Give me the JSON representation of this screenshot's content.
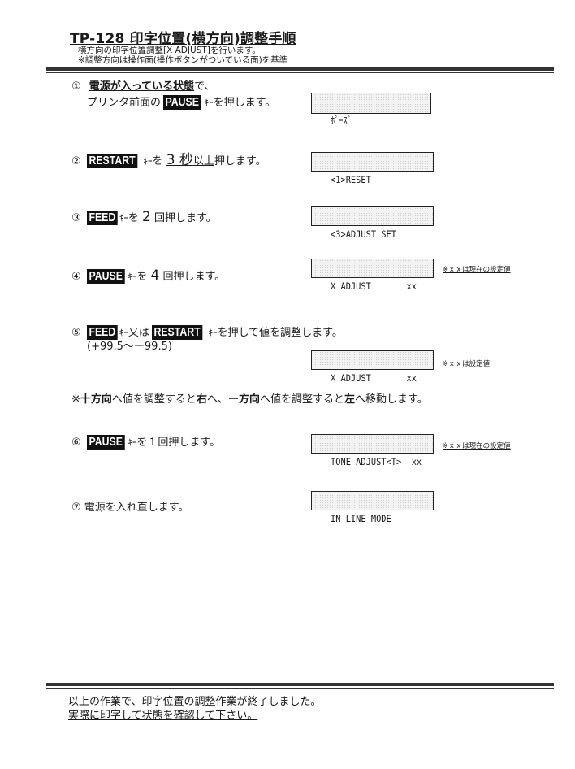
{
  "header": {
    "title": "TP-128 印字位置(横方向)調整手順",
    "line1": "横方向の印字位置調整[X ADJUST]を行います。",
    "line2": "※調整方向は操作面(操作ボタンがついている面)を基準"
  },
  "steps": [
    {
      "num": "①",
      "part_a": "電源が入っている状態",
      "part_b": "で、",
      "line2_pre": "プリンタ前面の",
      "key": "PAUSE",
      "key_suffix": "ｷｰ",
      "line2_post": "を押します。",
      "display": "ﾎﾟｰｽﾞ"
    },
    {
      "num": "②",
      "key": "RESTART",
      "key_suffix": "ｷｰ",
      "text_a": "を",
      "count": "3 秒",
      "text_b": "以上",
      "text_c": "押します。",
      "display": "<1>RESET"
    },
    {
      "num": "③",
      "key": "FEED",
      "key_suffix": "ｷｰ",
      "text_a": "を",
      "count": "2",
      "text_b": "回押します。",
      "display": "<3>ADJUST SET"
    },
    {
      "num": "④",
      "key": "PAUSE",
      "key_suffix": "ｷｰ",
      "text_a": "を",
      "count": "4",
      "text_b": "回押します。",
      "display": "X ADJUST       xx",
      "note": "※ｘｘは現在の設定値"
    },
    {
      "num": "⑤",
      "key": "FEED",
      "key_suffix": "ｷｰ",
      "text_a": "又は",
      "key2": "RESTART",
      "key2_suffix": "ｷｰ",
      "text_b": "を押して値を調整します。",
      "range": "(+99.5～ー99.5)",
      "display": "X ADJUST       xx",
      "note": "※ｘｘは設定値"
    },
    {
      "num": "⑥",
      "key": "PAUSE",
      "key_suffix": "ｷｰ",
      "text_a": "を１回押します。",
      "display": "TONE ADJUST<T>  xx",
      "note": "※ｘｘは現在の設定値"
    },
    {
      "num": "⑦",
      "text_a": "電源を入れ直します。",
      "display": "IN LINE MODE"
    }
  ],
  "direction_note": {
    "a": "※",
    "b": "十方向",
    "c": "へ値を調整すると",
    "d": "右",
    "e": "へ、",
    "f": "ー方向",
    "g": "へ値を調整すると",
    "h": "左",
    "i": "へ移動します。"
  },
  "footer": {
    "line1": "以上の作業で、印字位置の調整作業が終了しました。",
    "line2": "実際に印字して状態を確認して下さい。"
  }
}
